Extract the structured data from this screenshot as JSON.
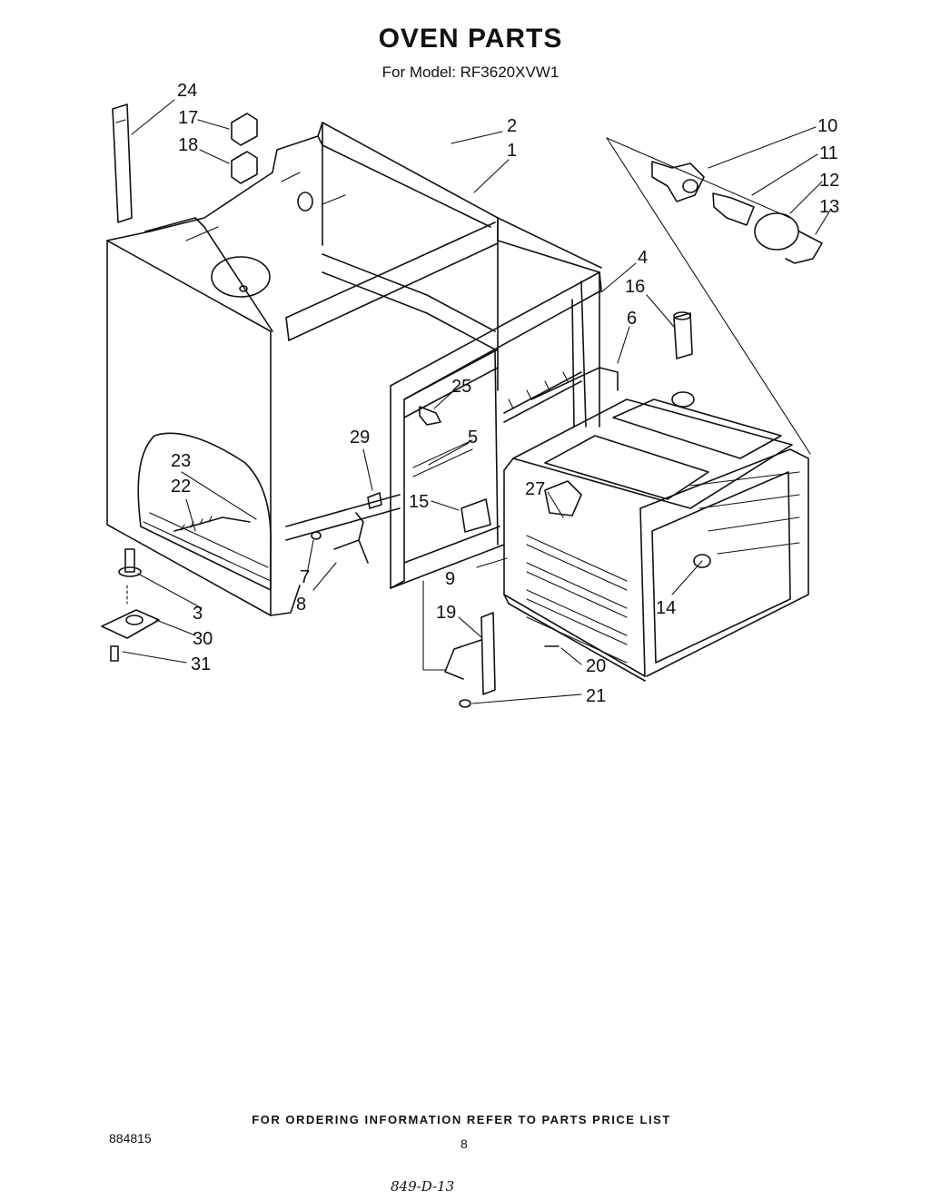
{
  "header": {
    "title": "OVEN PARTS",
    "subtitle": "For Model: RF3620XVW1"
  },
  "callouts": [
    "1",
    "2",
    "3",
    "4",
    "5",
    "6",
    "7",
    "8",
    "9",
    "10",
    "11",
    "12",
    "13",
    "14",
    "15",
    "16",
    "17",
    "18",
    "19",
    "20",
    "21",
    "22",
    "23",
    "24",
    "25",
    "27",
    "29",
    "30",
    "31"
  ],
  "footer": {
    "ordering_note": "FOR ORDERING INFORMATION REFER TO PARTS PRICE LIST",
    "document_number": "884815",
    "page_number": "8",
    "handwritten_note": "849-D-13"
  }
}
